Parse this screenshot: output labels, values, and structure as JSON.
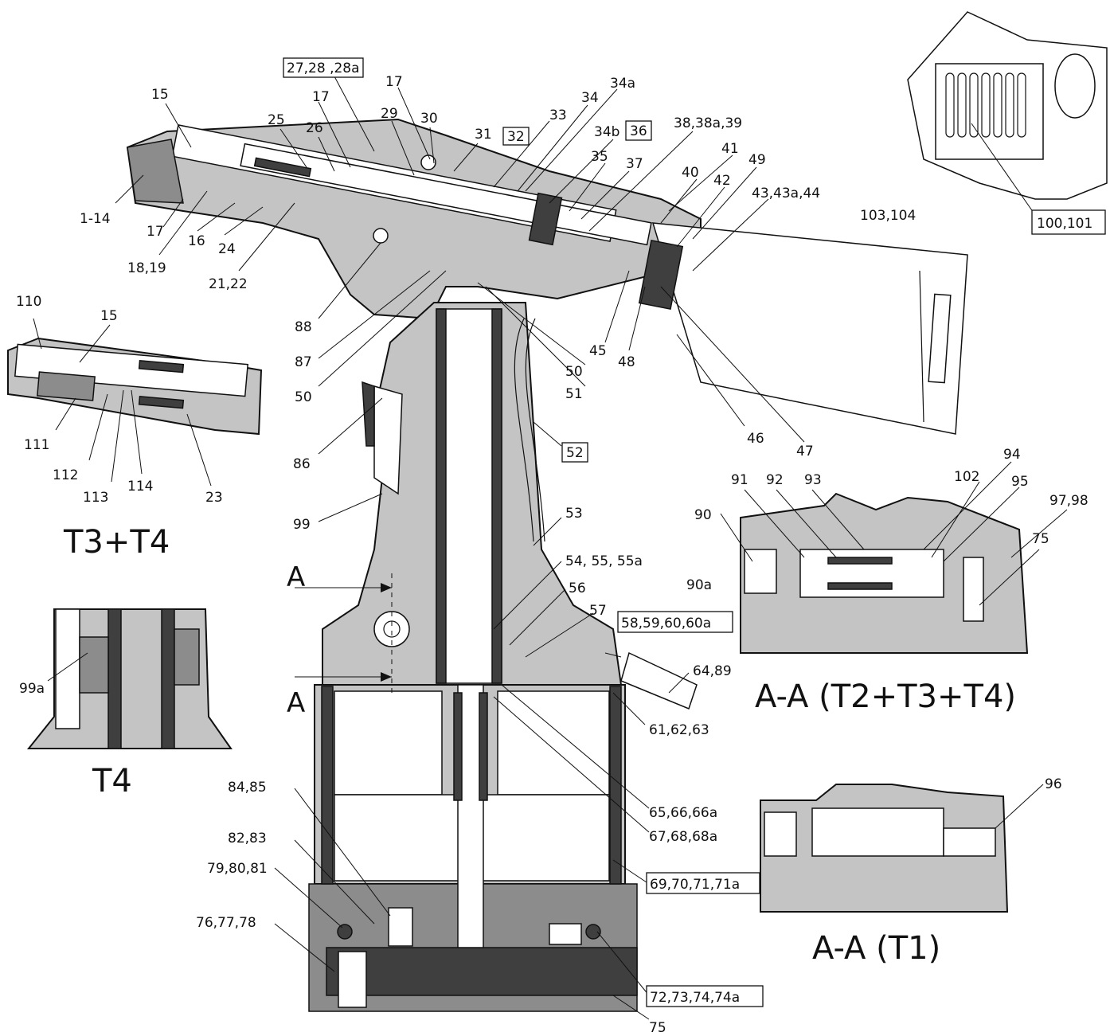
{
  "colors": {
    "body": "#c4c4c4",
    "dark_part": "#3f3f3f",
    "mid_part": "#8c8c8c",
    "line": "#111111",
    "background": "#ffffff"
  },
  "labels": {
    "l_27": "27,28 ,28a",
    "l_15a": "15",
    "l_17a": "17",
    "l_25": "25",
    "l_26": "26",
    "l_17b": "17",
    "l_29": "29",
    "l_30": "30",
    "l_31": "31",
    "l_32": "32",
    "l_33": "33",
    "l_34": "34",
    "l_34a": "34a",
    "l_34b": "34b",
    "l_36": "36",
    "l_35": "35",
    "l_37": "37",
    "l_38": "38,38a,39",
    "l_41": "41",
    "l_49": "49",
    "l_40": "40",
    "l_42": "42",
    "l_43": "43,43a,44",
    "l_103": "103,104",
    "l_100": "100,101",
    "l_1": "1-14",
    "l_17c": "17",
    "l_16": "16",
    "l_24": "24",
    "l_18": "18,19",
    "l_21": "21,22",
    "l_88": "88",
    "l_87": "87",
    "l_50a": "50",
    "l_50b": "50",
    "l_51": "51",
    "l_45": "45",
    "l_48": "48",
    "l_46": "46",
    "l_47": "47",
    "l_86": "86",
    "l_52": "52",
    "l_99": "99",
    "l_53": "53",
    "l_54": "54, 55, 55a",
    "l_56": "56",
    "l_57": "57",
    "l_58": "58,59,60,60a",
    "l_64": "64,89",
    "l_61": "61,62,63",
    "l_65": "65,66,66a",
    "l_67": "67,68,68a",
    "l_69": "69,70,71,71a",
    "l_72": "72,73,74,74a",
    "l_75a": "75",
    "l_84": "84,85",
    "l_82": "82,83",
    "l_79": "79,80,81",
    "l_76": "76,77,78",
    "l_110": "110",
    "l_15b": "15",
    "l_111": "111",
    "l_112": "112",
    "l_113": "113",
    "l_114": "114",
    "l_23": "23",
    "l_99a": "99a",
    "l_91": "91",
    "l_92": "92",
    "l_93": "93",
    "l_94": "94",
    "l_102": "102",
    "l_95": "95",
    "l_97": "97,98",
    "l_90": "90",
    "l_75b": "75",
    "l_90a": "90a",
    "l_96": "96",
    "l_A1": "A",
    "l_A2": "A"
  },
  "captions": {
    "t3t4": "T3+T4",
    "t4": "T4",
    "aa_t234": "A-A (T2+T3+T4)",
    "aa_t1": "A-A (T1)"
  }
}
